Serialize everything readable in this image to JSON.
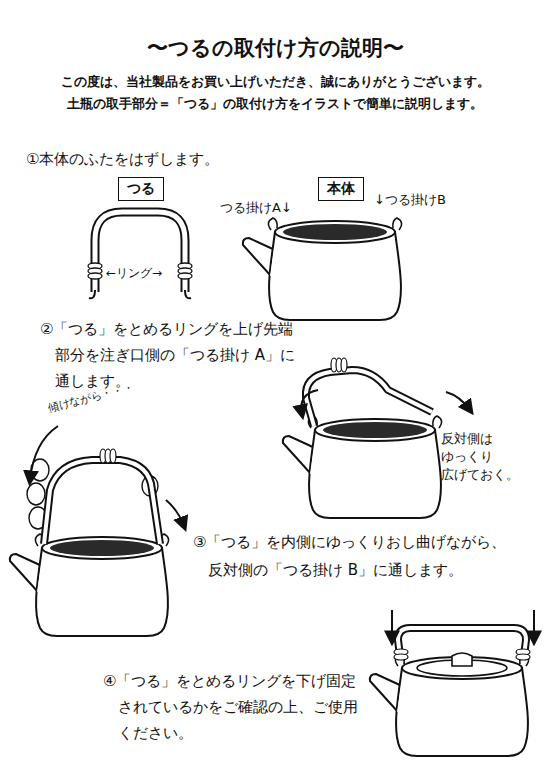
{
  "diagram": {
    "title": "〜つるの取付け方の説明〜",
    "nodes": [
      {
        "text": [
          "つる"
        ]
      },
      {
        "text": [
          "本体"
        ]
      }
    ],
    "labels": [
      "この度は、当社製品をお買い上げいただき、誠にありがとうございます。",
      "土瓶の取手部分＝「つる」の取付け方をイラストで簡単に説明します。",
      "①本体のふたをはずします。",
      "つる掛けA↓",
      "↓つる掛けB",
      "←リング→",
      "②「つる」をとめるリングを上げ先端 部分を注ぎ口側の「つる掛け A」に 通します。",
      "反対側は ゆっくり 広げておく。",
      "傾けながら・・・",
      "③「つる」を内側にゆっくりおし曲げながら、 反対側の「つる掛け B」に通します。",
      "④「つる」をとめるリングを下げ固定 されているかをご確認の上、ご使用 ください。"
    ]
  }
}
